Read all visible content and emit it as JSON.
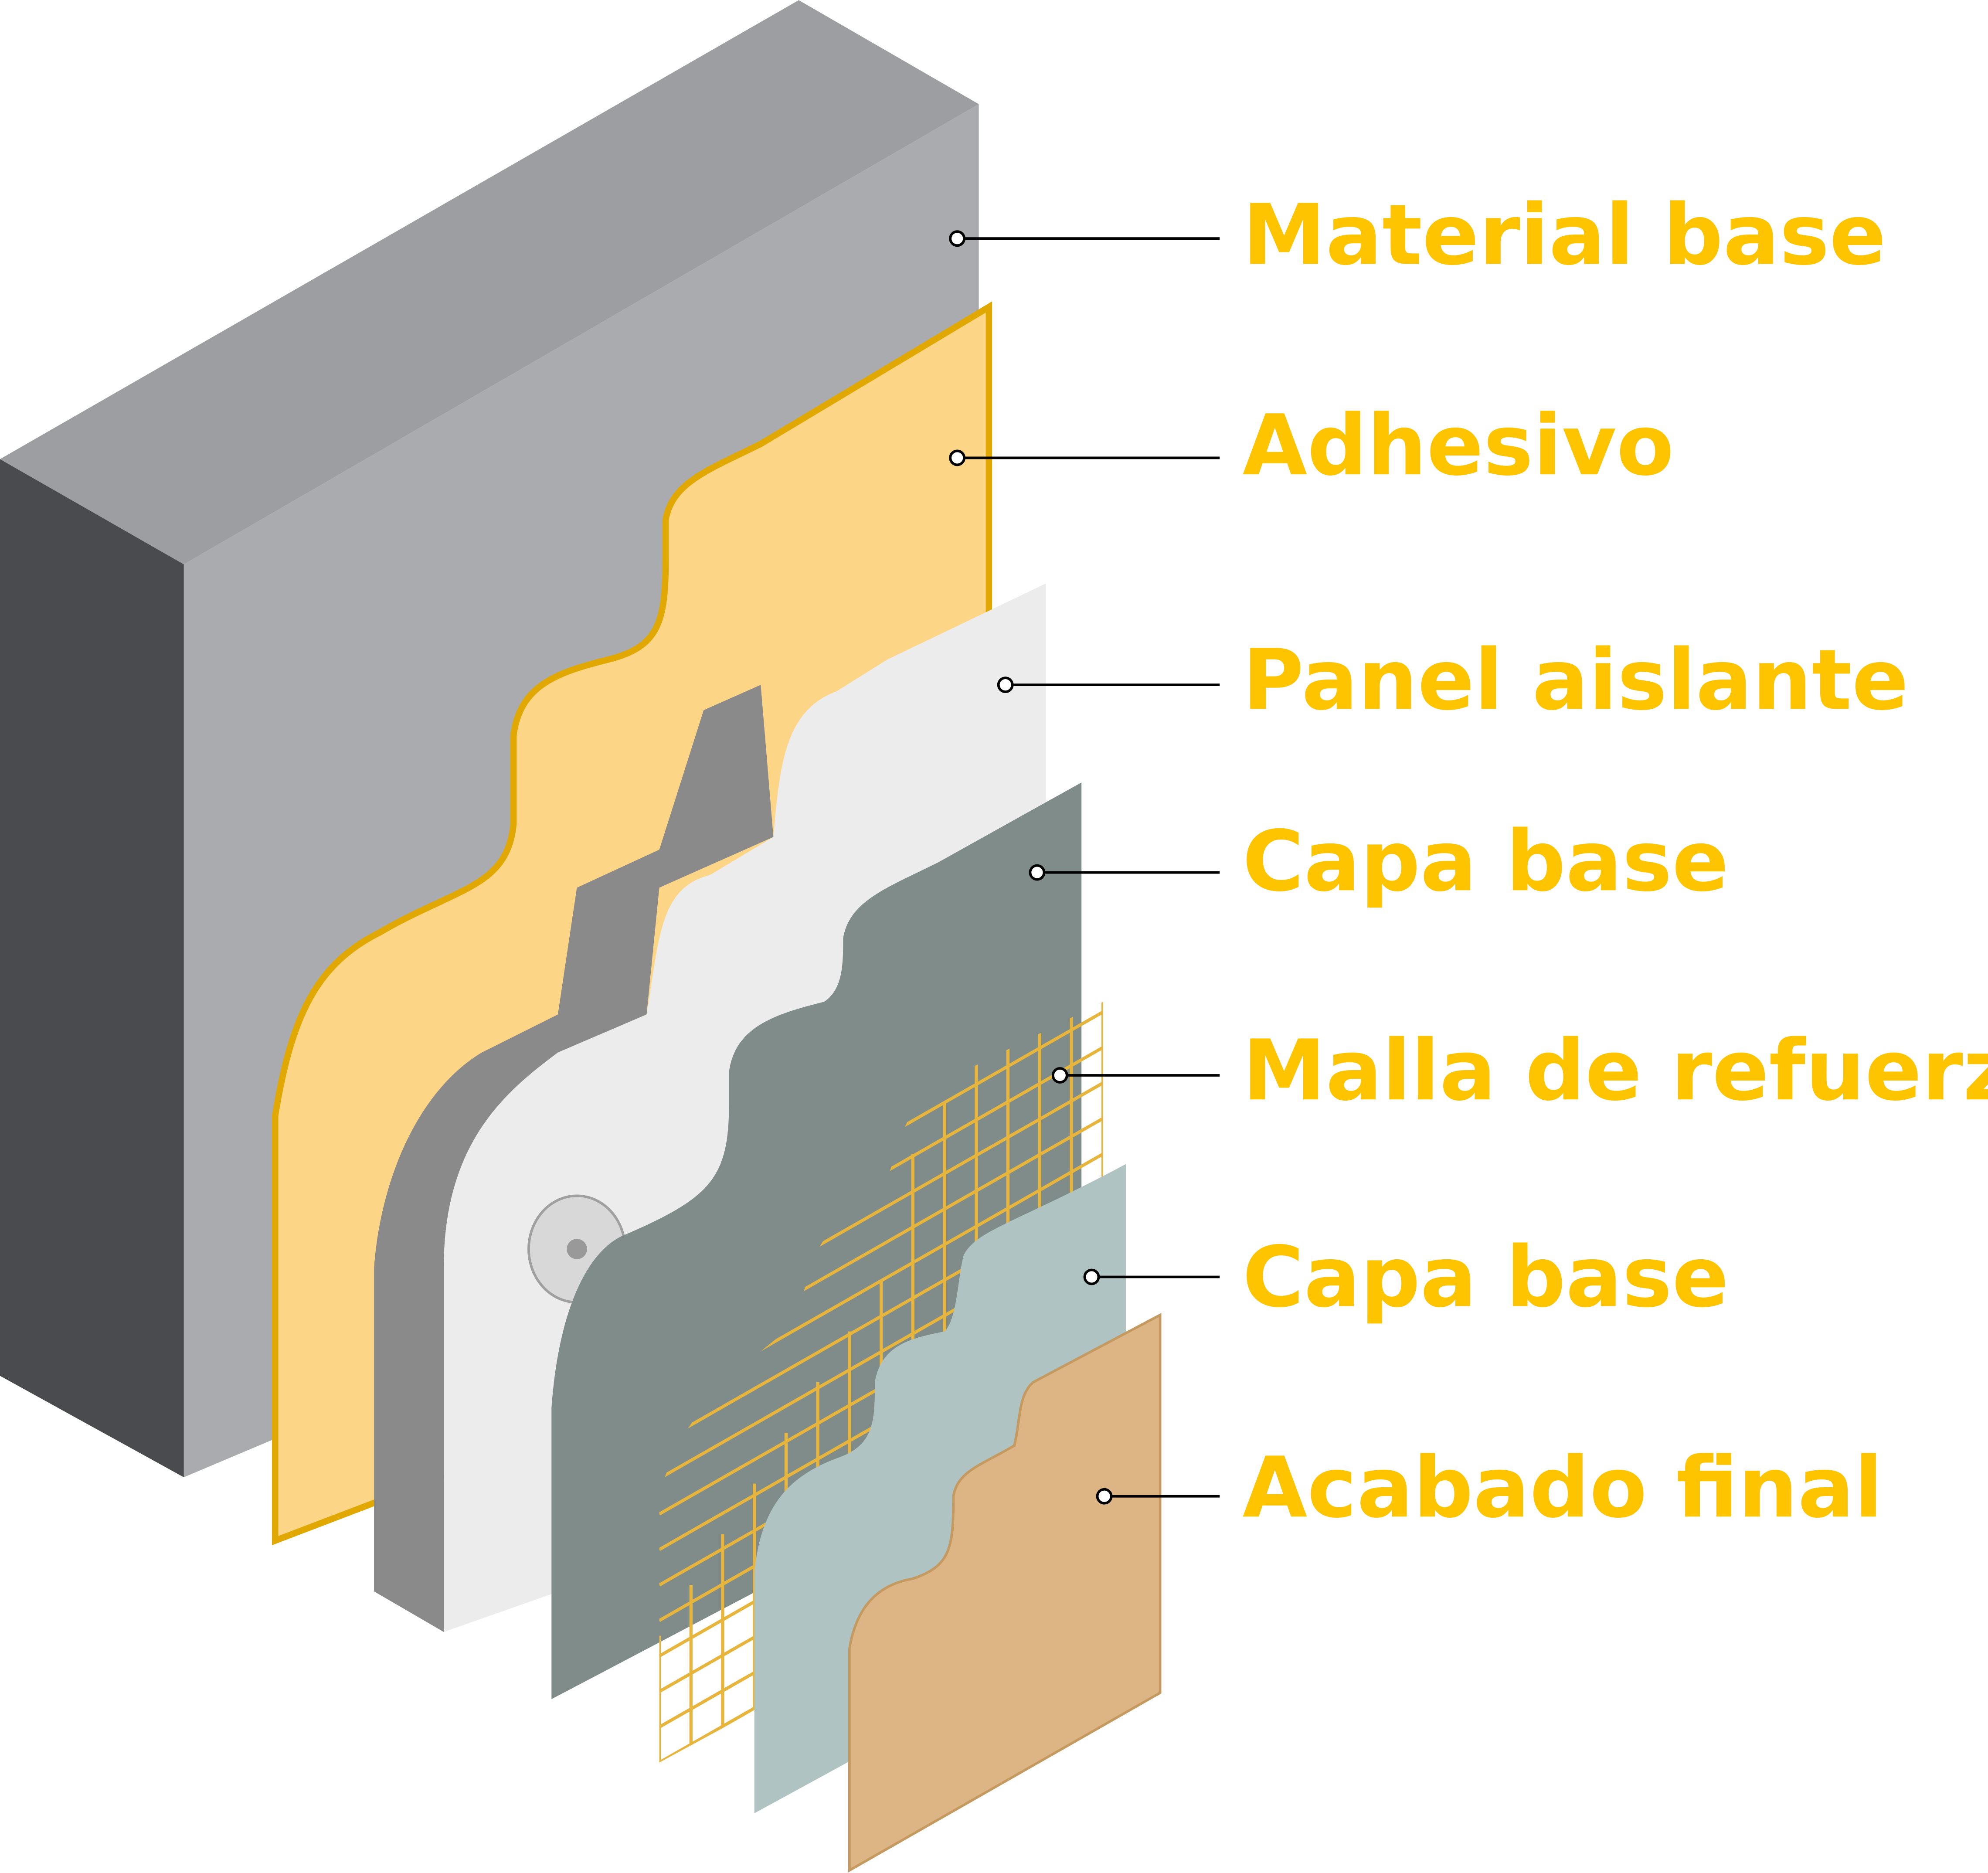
{
  "colors": {
    "label": "#FFC400",
    "concrete_front": "#A9ABAF",
    "concrete_top": "#9C9EA2",
    "concrete_side": "#4A4B4E",
    "adhesive": "#FDD587",
    "adhesive_edge": "#E0A800",
    "insulation": "#ECECEC",
    "insulation_side": "#8A8A8A",
    "base_coat_1": "#7F8C89",
    "mesh": "#E7B53C",
    "base_coat_2": "#AEC3C2",
    "finish": "#DDB585"
  },
  "layers": [
    {
      "label": "Material base"
    },
    {
      "label": "Adhesivo"
    },
    {
      "label": "Panel aislante"
    },
    {
      "label": "Capa base"
    },
    {
      "label": "Malla de refuerzo"
    },
    {
      "label": "Capa base"
    },
    {
      "label": "Acabado final"
    }
  ]
}
